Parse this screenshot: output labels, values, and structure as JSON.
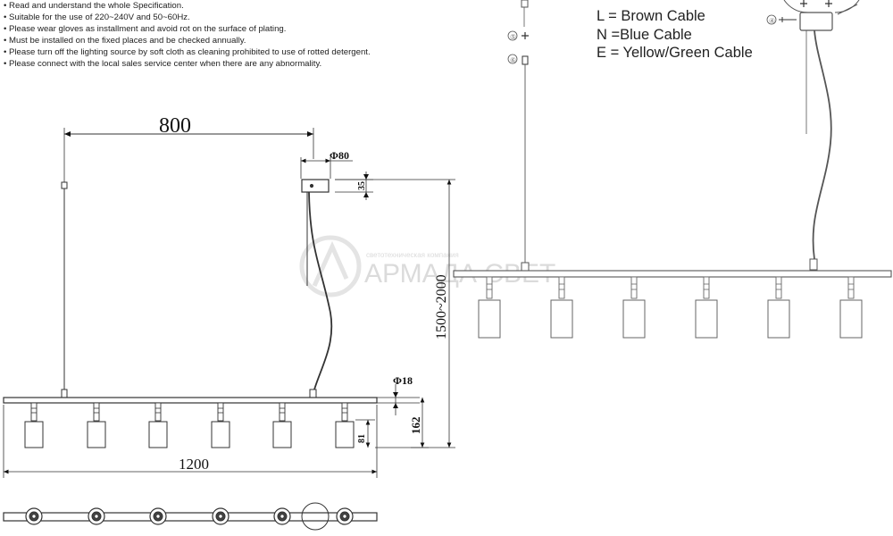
{
  "notes": [
    "• Read and understand the whole Specification.",
    "• Suitable for the use of 220~240V and 50~60Hz.",
    "• Please wear gloves as installment and avoid rot on the surface of plating.",
    "• Must be installed on the fixed places and be checked annually.",
    "• Please turn off the lighting source by soft cloth as cleaning prohibited to use of rotted detergent.",
    "• Please connect with the local sales service center when there are any abnormality."
  ],
  "wiring": {
    "line1": "L = Brown Cable",
    "line2": "N =Blue Cable",
    "line3": "E = Yellow/Green Cable"
  },
  "dimensions": {
    "spacing": "800",
    "canopy_diameter": "Φ80",
    "canopy_height": "35",
    "drop_length": "1500~2000",
    "shade_diameter": "Φ18",
    "shade_height": "81",
    "fixture_height": "162",
    "bar_length": "1200"
  },
  "steps": {
    "s4": "④",
    "s5": "⑤",
    "s6": "⑥"
  },
  "watermark": {
    "brand": "АРМАДА СВЕТ",
    "tagline": "светотехническая компания"
  }
}
